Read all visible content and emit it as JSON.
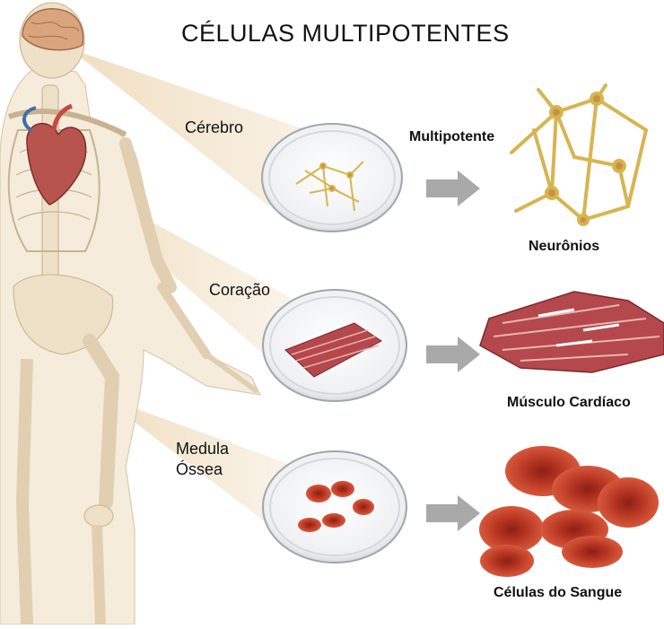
{
  "title": "CÉLULAS MULTIPOTENTES",
  "organs": [
    {
      "id": "brain",
      "label": "Cérebro"
    },
    {
      "id": "heart",
      "label": "Coração"
    },
    {
      "id": "bone_marrow",
      "label_line1": "Medula",
      "label_line2": "Óssea"
    }
  ],
  "multipotent_label": "Multipotente",
  "outputs": [
    {
      "id": "neurons",
      "label": "Neurônios"
    },
    {
      "id": "cardiac_muscle",
      "label": "Músculo Cardíaco"
    },
    {
      "id": "blood_cells",
      "label": "Células do Sangue"
    }
  ],
  "colors": {
    "skeleton": "#efe1c8",
    "skeleton_edge": "#cdb99a",
    "brain": "#d9a47e",
    "heart": "#b8544e",
    "neuron": "#d8b450",
    "muscle": "#b5484c",
    "blood": "#c9422e",
    "arrow": "#a9a9a9",
    "dish": "#d0d4d8"
  }
}
